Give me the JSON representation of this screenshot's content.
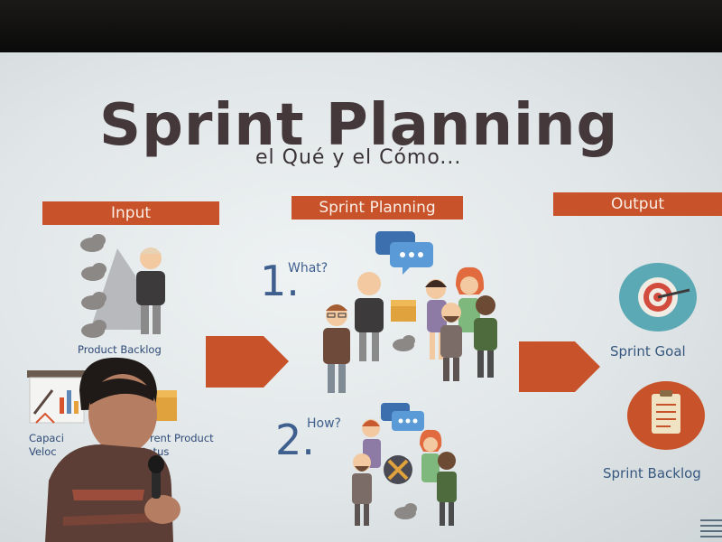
{
  "slide": {
    "title": "Sprint Planning",
    "subtitle": "el Qué y el Cómo...",
    "sections": {
      "input": "Input",
      "planning": "Sprint Planning",
      "output": "Output"
    },
    "input_items": {
      "product_backlog": "Product Backlog",
      "capacity": "Capaci",
      "velocity": "Veloc",
      "current_product_partial": "rent Product",
      "status_partial": "tatus"
    },
    "steps": [
      {
        "number": "1.",
        "question": "What?"
      },
      {
        "number": "2.",
        "question": "How?"
      }
    ],
    "outputs": {
      "sprint_goal": "Sprint Goal",
      "sprint_backlog": "Sprint Backlog"
    }
  },
  "colors": {
    "accent": "#c8532a",
    "title": "#44383a",
    "label_blue": "#2e4a77",
    "speech_blue": "#3f7ec0"
  },
  "icons": [
    "cloud-icon",
    "target-icon",
    "clipboard-icon",
    "speech-bubble-icon",
    "package-icon",
    "chart-icon",
    "arrow-icon"
  ]
}
